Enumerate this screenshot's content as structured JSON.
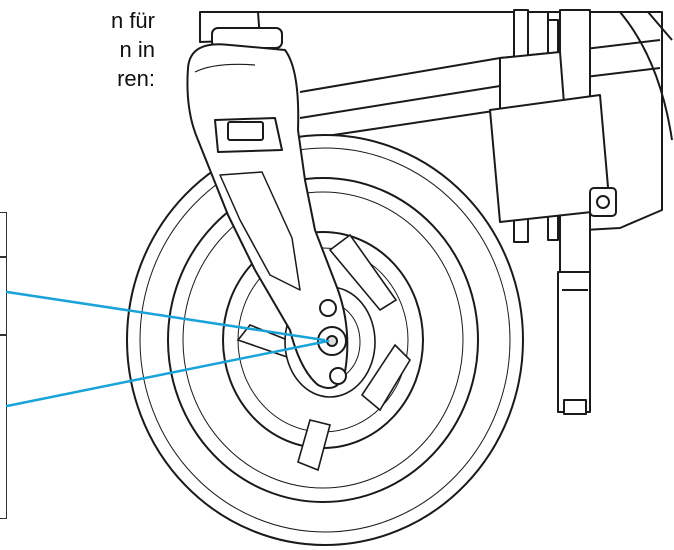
{
  "text_fragments": [
    "n für",
    "n   in",
    "ren:"
  ],
  "colors": {
    "callout_line": "#1aa3d8",
    "outline": "#1a1a1a",
    "table_border": "#333333",
    "background": "#ffffff"
  },
  "diagram": {
    "subject": "front-caster-wheel-with-fork",
    "callouts": 2,
    "icon_names": [
      "caster-fork",
      "front-tire",
      "wheel-hub",
      "axle-bolt",
      "wheelchair-frame"
    ]
  }
}
